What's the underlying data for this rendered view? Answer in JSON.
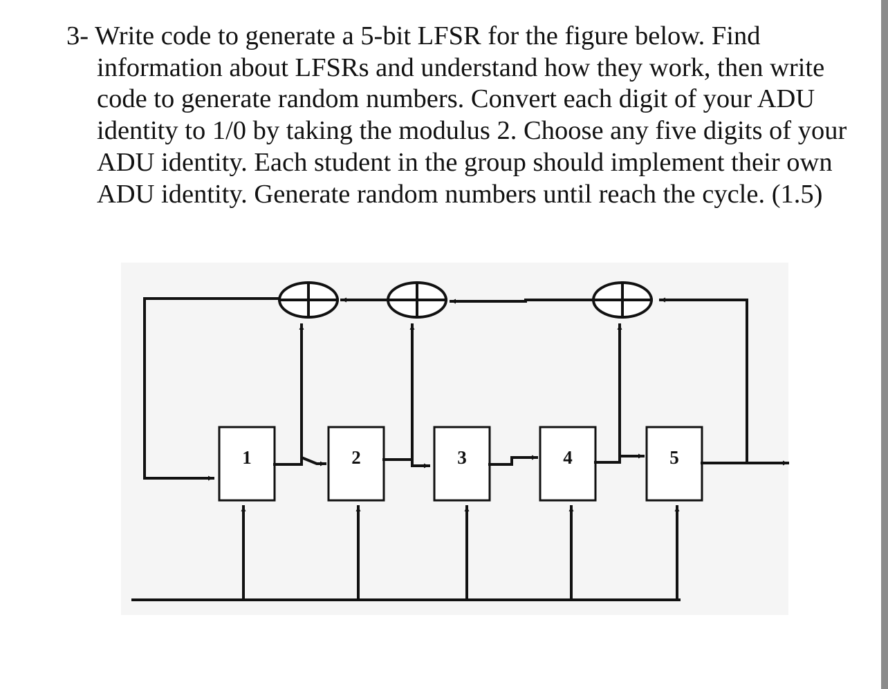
{
  "question": {
    "lines": [
      "3- Write code to generate a 5-bit LFSR for the figure below. Find",
      "information about LFSRs and understand how they work, then write",
      "code to generate random numbers. Convert each digit of your ADU",
      "identity to 1/0 by taking the modulus 2. Choose any five digits of your",
      "ADU identity. Each student in the group should implement their own",
      "ADU identity. Generate random numbers until reach the cycle. (1.5)"
    ]
  },
  "diagram": {
    "registers": [
      {
        "label": "1"
      },
      {
        "label": "2"
      },
      {
        "label": "3"
      },
      {
        "label": "4"
      },
      {
        "label": "5"
      }
    ],
    "xor_gate_count": 3,
    "line_color": "#111111",
    "background_color": "#f5f5f5"
  }
}
